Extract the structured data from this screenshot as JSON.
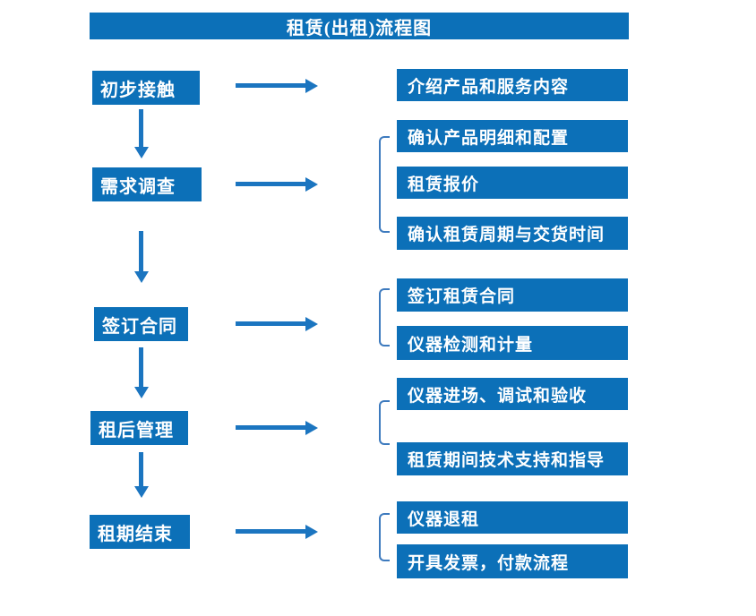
{
  "title": "租赁(出租)流程图",
  "colors": {
    "box_blue": "#0c70b8",
    "arrow_blue": "#1b75c0",
    "bracket_blue": "#3d7abe",
    "text_white": "#ffffff"
  },
  "flow": {
    "steps": [
      {
        "label": "初步接触",
        "details": [
          "介绍产品和服务内容"
        ]
      },
      {
        "label": "需求调查",
        "details": [
          "确认产品明细和配置",
          "租赁报价",
          "确认租赁周期与交货时间"
        ]
      },
      {
        "label": "签订合同",
        "details": [
          "签订租赁合同",
          "仪器检测和计量"
        ]
      },
      {
        "label": "租后管理",
        "details": [
          "仪器进场、调试和验收",
          "租赁期间技术支持和指导"
        ]
      },
      {
        "label": "租期结束",
        "details": [
          "仪器退租",
          "开具发票，付款流程"
        ]
      }
    ]
  }
}
